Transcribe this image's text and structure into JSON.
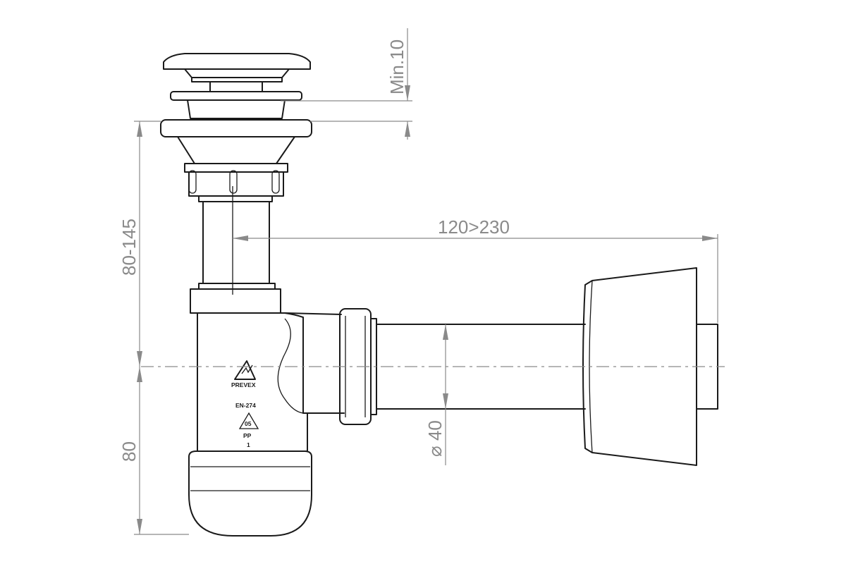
{
  "dimensions": {
    "min_clearance": "Min.10",
    "height_upper": "80-145",
    "height_lower": "80",
    "horizontal_reach": "120>230",
    "pipe_diameter": "⌀ 40"
  },
  "markings": {
    "brand": "PREVEX",
    "standard": "EN-274",
    "recycle_code": "05",
    "material": "PP",
    "variant": "1"
  },
  "colors": {
    "outline": "#1a1a1a",
    "dimension": "#8a8a8a"
  }
}
